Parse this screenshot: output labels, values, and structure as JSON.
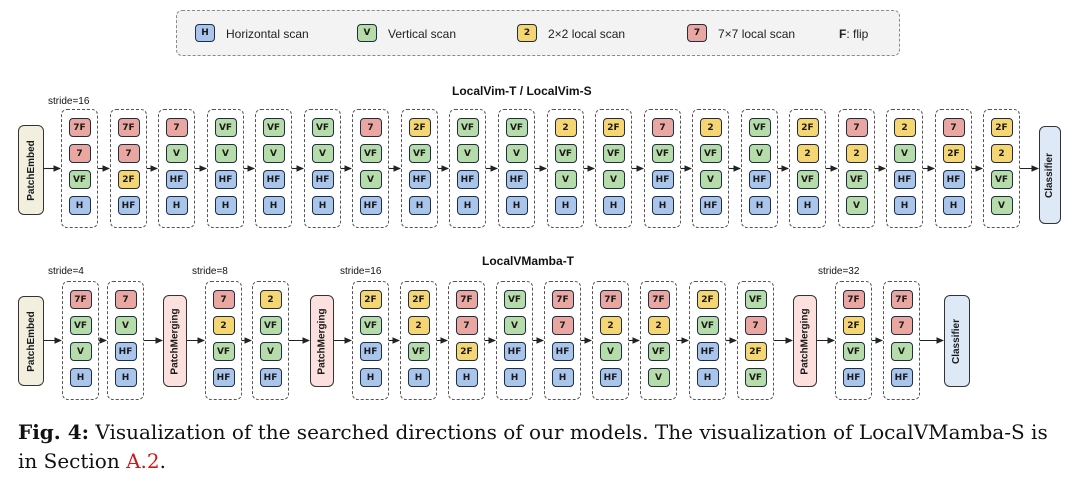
{
  "legend": {
    "items": [
      {
        "symbol": "H",
        "type": "H",
        "label": "Horizontal scan"
      },
      {
        "symbol": "V",
        "type": "V",
        "label": "Vertical scan"
      },
      {
        "symbol": "2",
        "type": "L2",
        "label": "2×2 local scan"
      },
      {
        "symbol": "7",
        "type": "L7",
        "label": "7×7 local scan"
      }
    ],
    "flip_key": "F",
    "flip_label": ": flip"
  },
  "blocks": {
    "patch_embed": "PatchEmbed",
    "classifier": "Classifier",
    "patch_merging": "PatchMerging"
  },
  "colors": {
    "horizontal": "#a9c5ec",
    "vertical": "#b6dcaa",
    "local2": "#f6d672",
    "local7": "#eaa6a0"
  },
  "rows": [
    {
      "title": "LocalVim-T / LocalVim-S",
      "strides": [
        {
          "label": "stride=16",
          "before_group": 0
        }
      ],
      "merging_before": [],
      "groups": [
        [
          "7F",
          "7",
          "VF",
          "H"
        ],
        [
          "7F",
          "7",
          "2F",
          "HF"
        ],
        [
          "7",
          "V",
          "HF",
          "H"
        ],
        [
          "VF",
          "V",
          "HF",
          "H"
        ],
        [
          "VF",
          "V",
          "HF",
          "H"
        ],
        [
          "VF",
          "V",
          "HF",
          "H"
        ],
        [
          "7",
          "VF",
          "V",
          "HF"
        ],
        [
          "2F",
          "VF",
          "HF",
          "H"
        ],
        [
          "VF",
          "V",
          "HF",
          "H"
        ],
        [
          "VF",
          "V",
          "HF",
          "H"
        ],
        [
          "2",
          "VF",
          "V",
          "H"
        ],
        [
          "2F",
          "VF",
          "V",
          "H"
        ],
        [
          "7",
          "VF",
          "HF",
          "H"
        ],
        [
          "2",
          "VF",
          "V",
          "HF"
        ],
        [
          "VF",
          "V",
          "HF",
          "H"
        ],
        [
          "2F",
          "2",
          "VF",
          "H"
        ],
        [
          "7",
          "2",
          "VF",
          "V"
        ],
        [
          "2",
          "V",
          "HF",
          "H"
        ],
        [
          "7",
          "2F",
          "HF",
          "H"
        ],
        [
          "2F",
          "2",
          "VF",
          "V"
        ]
      ]
    },
    {
      "title": "LocalVMamba-T",
      "strides": [
        {
          "label": "stride=4",
          "before_group": 0
        },
        {
          "label": "stride=8",
          "before_group": 2
        },
        {
          "label": "stride=16",
          "before_group": 4
        },
        {
          "label": "stride=32",
          "before_group": 13
        }
      ],
      "merging_before": [
        2,
        4,
        13
      ],
      "groups": [
        [
          "7F",
          "VF",
          "V",
          "H"
        ],
        [
          "7",
          "V",
          "HF",
          "H"
        ],
        [
          "7",
          "2",
          "VF",
          "HF"
        ],
        [
          "2",
          "VF",
          "V",
          "HF"
        ],
        [
          "2F",
          "VF",
          "HF",
          "H"
        ],
        [
          "2F",
          "2",
          "VF",
          "H"
        ],
        [
          "7F",
          "7",
          "2F",
          "H"
        ],
        [
          "VF",
          "V",
          "HF",
          "H"
        ],
        [
          "7F",
          "7",
          "HF",
          "H"
        ],
        [
          "7F",
          "2",
          "V",
          "HF"
        ],
        [
          "7F",
          "2",
          "VF",
          "V"
        ],
        [
          "2F",
          "VF",
          "HF",
          "H"
        ],
        [
          "VF",
          "7",
          "2F",
          "VF"
        ],
        [
          "7F",
          "2F",
          "VF",
          "HF"
        ],
        [
          "7F",
          "7",
          "V",
          "HF"
        ]
      ]
    }
  ],
  "caption": {
    "fig_label": "Fig. 4:",
    "text": " Visualization of the searched directions of our models. The visualization of LocalVMamba-S is in Section ",
    "ref": "A.2",
    "end": "."
  }
}
